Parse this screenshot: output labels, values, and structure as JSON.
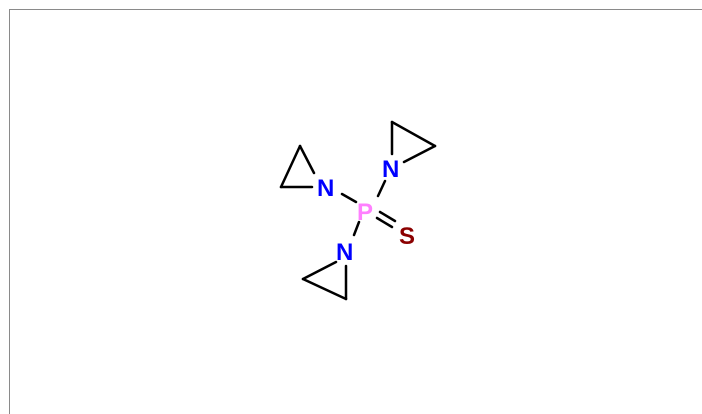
{
  "molecule": {
    "atoms": [
      {
        "id": "p",
        "symbol": "P",
        "color": "#ff80ff"
      },
      {
        "id": "s",
        "symbol": "S",
        "color": "#8b0000"
      },
      {
        "id": "n1",
        "symbol": "N",
        "color": "#0000ff"
      },
      {
        "id": "n2",
        "symbol": "N",
        "color": "#0000ff"
      },
      {
        "id": "n3",
        "symbol": "N",
        "color": "#0000ff"
      }
    ],
    "bond_color": "#000000"
  }
}
